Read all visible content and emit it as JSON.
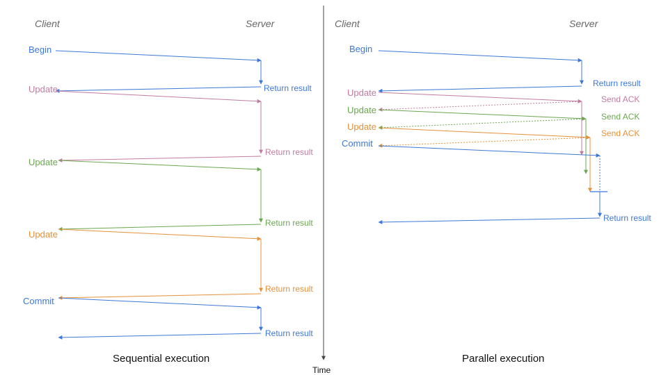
{
  "colors": {
    "blue": "#3d78d8",
    "pink": "#c27ba0",
    "green": "#6aa84f",
    "orange": "#e69138",
    "axis": "#444444",
    "text": "#111111"
  },
  "time_axis": {
    "label": "Time"
  },
  "sequential": {
    "client_header": "Client",
    "server_header": "Server",
    "caption": "Sequential execution",
    "operations": [
      {
        "label": "Begin",
        "color": "blue",
        "result": "Return result"
      },
      {
        "label": "Update",
        "color": "pink",
        "result": "Return result"
      },
      {
        "label": "Update",
        "color": "green",
        "result": "Return result"
      },
      {
        "label": "Update",
        "color": "orange",
        "result": "Return result"
      },
      {
        "label": "Commit",
        "color": "blue",
        "result": "Return result"
      }
    ]
  },
  "parallel": {
    "client_header": "Client",
    "server_header": "Server",
    "caption": "Parallel execution",
    "begin": {
      "label": "Begin",
      "color": "blue",
      "result": "Return result"
    },
    "updates": [
      {
        "label": "Update",
        "color": "pink",
        "ack": "Send ACK"
      },
      {
        "label": "Update",
        "color": "green",
        "ack": "Send ACK"
      },
      {
        "label": "Update",
        "color": "orange",
        "ack": "Send ACK"
      }
    ],
    "commit": {
      "label": "Commit",
      "color": "blue",
      "result": "Return result"
    }
  }
}
